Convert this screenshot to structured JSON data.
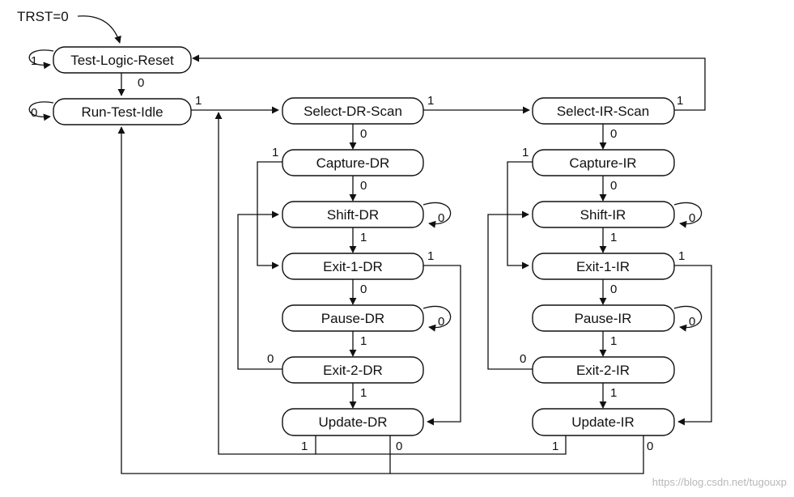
{
  "reset_condition": "TRST=0",
  "states": {
    "test_logic_reset": "Test-Logic-Reset",
    "run_test_idle": "Run-Test-Idle",
    "select_dr_scan": "Select-DR-Scan",
    "capture_dr": "Capture-DR",
    "shift_dr": "Shift-DR",
    "exit1_dr": "Exit-1-DR",
    "pause_dr": "Pause-DR",
    "exit2_dr": "Exit-2-DR",
    "update_dr": "Update-DR",
    "select_ir_scan": "Select-IR-Scan",
    "capture_ir": "Capture-IR",
    "shift_ir": "Shift-IR",
    "exit1_ir": "Exit-1-IR",
    "pause_ir": "Pause-IR",
    "exit2_ir": "Exit-2-IR",
    "update_ir": "Update-IR"
  },
  "transitions": {
    "tlr_self": "1",
    "tlr_to_rti": "0",
    "rti_self": "0",
    "rti_to_seldr": "1",
    "seldr_to_selir": "1",
    "seldr_to_capdr": "0",
    "capdr_to_exit1dr": "1",
    "capdr_to_shiftdr": "0",
    "shiftdr_self": "0",
    "shiftdr_to_exit1dr": "1",
    "exit1dr_to_updatedr": "1",
    "exit1dr_to_pausedr": "0",
    "pausedr_self": "0",
    "pausedr_to_exit2dr": "1",
    "exit2dr_to_shiftdr": "0",
    "exit2dr_to_updatedr": "1",
    "updatedr_to_seldr": "1",
    "updatedr_to_rti": "0",
    "selir_to_tlr": "1",
    "selir_to_capir": "0",
    "capir_to_exit1ir": "1",
    "capir_to_shiftir": "0",
    "shiftir_self": "0",
    "shiftir_to_exit1ir": "1",
    "exit1ir_to_updateir": "1",
    "exit1ir_to_pauseir": "0",
    "pauseir_self": "0",
    "pauseir_to_exit2ir": "1",
    "exit2ir_to_shiftir": "0",
    "exit2ir_to_updateir": "1",
    "updateir_to_seldr": "1",
    "updateir_to_rti": "0"
  },
  "watermark": "https://blog.csdn.net/tugouxp"
}
